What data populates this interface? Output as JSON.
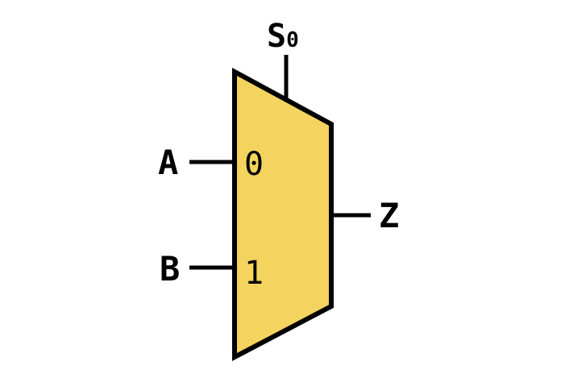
{
  "mux": {
    "body_color": "#F4D35E",
    "outline_color": "#000000",
    "inputs": [
      {
        "label": "A",
        "port": "0"
      },
      {
        "label": "B",
        "port": "1"
      }
    ],
    "select": {
      "label": "S",
      "subscript": "0"
    },
    "output": {
      "label": "Z"
    }
  }
}
